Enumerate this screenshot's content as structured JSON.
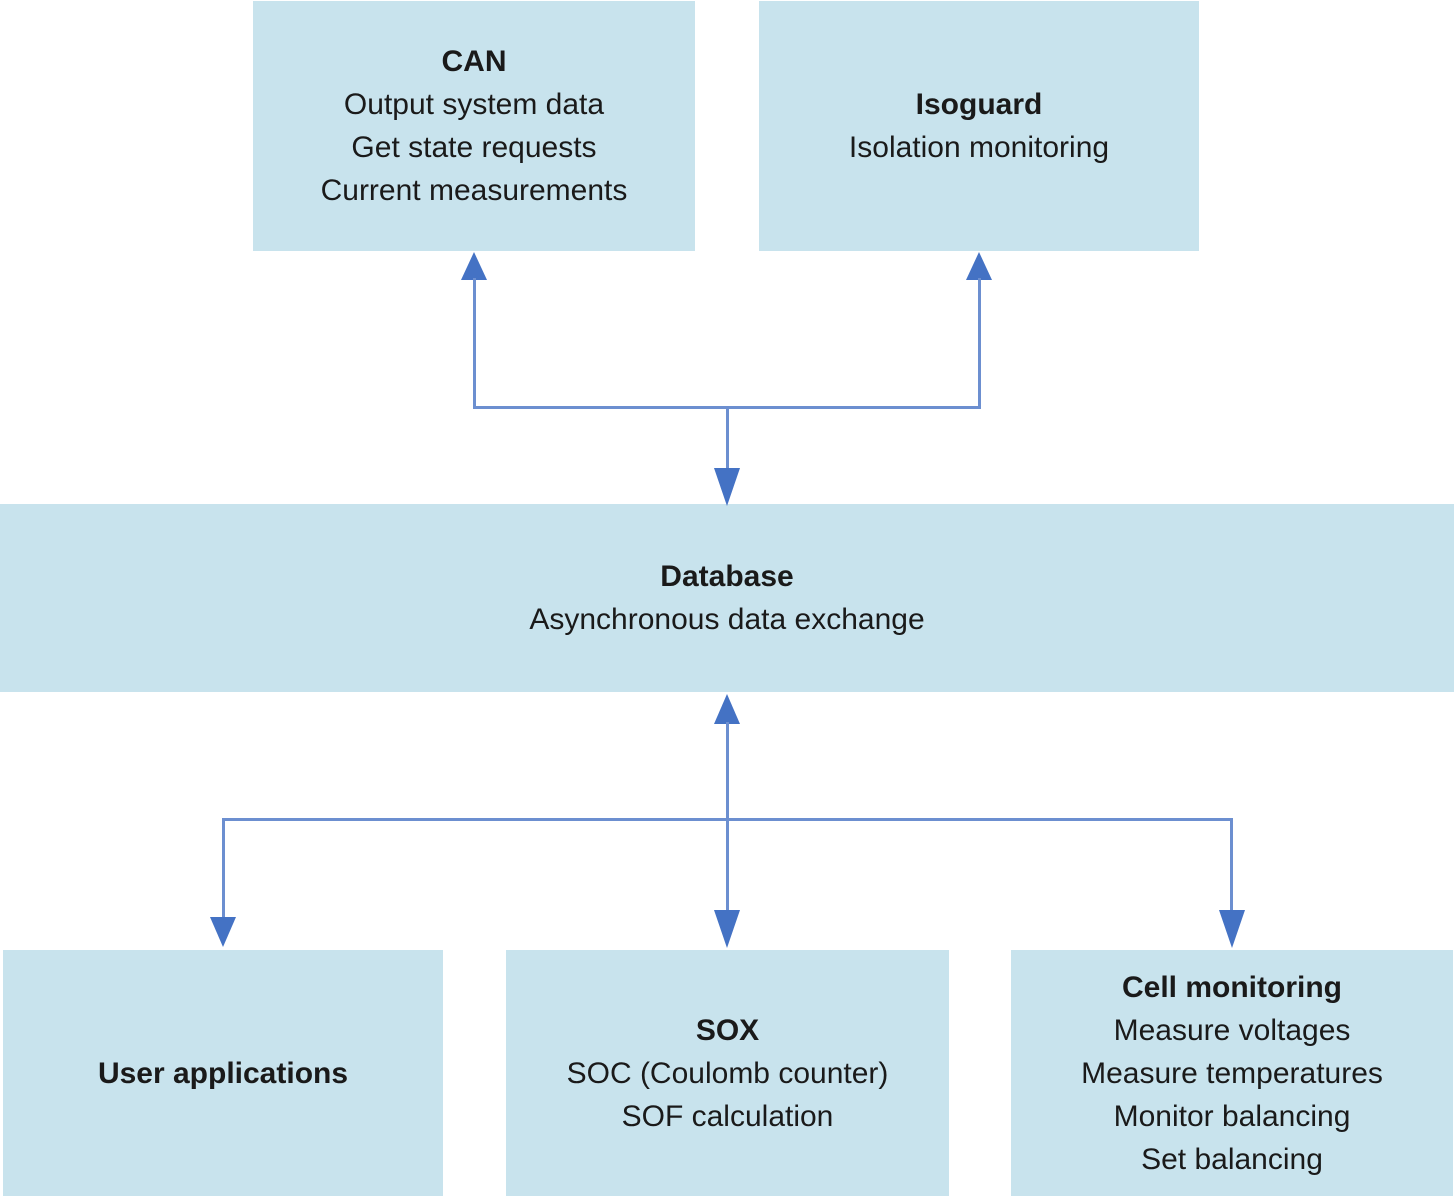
{
  "diagram": {
    "type": "block-diagram",
    "nodes": [
      {
        "id": "can",
        "title": "CAN",
        "lines": [
          "Output system data",
          "Get state requests",
          "Current measurements"
        ]
      },
      {
        "id": "isoguard",
        "title": "Isoguard",
        "lines": [
          "Isolation monitoring"
        ]
      },
      {
        "id": "database",
        "title": "Database",
        "lines": [
          "Asynchronous data exchange"
        ]
      },
      {
        "id": "user-applications",
        "title": "User applications",
        "lines": []
      },
      {
        "id": "sox",
        "title": "SOX",
        "lines": [
          "SOC (Coulomb counter)",
          "SOF calculation"
        ]
      },
      {
        "id": "cell-monitoring",
        "title": "Cell monitoring",
        "lines": [
          "Measure voltages",
          "Measure temperatures",
          "Monitor balancing",
          "Set balancing"
        ]
      }
    ],
    "connections": [
      {
        "from": "database",
        "to": "can",
        "arrow": "up"
      },
      {
        "from": "database",
        "to": "isoguard",
        "arrow": "up"
      },
      {
        "from": "top-junction",
        "to": "database",
        "arrow": "down"
      },
      {
        "from": "bottom-junction",
        "to": "database",
        "arrow": "up"
      },
      {
        "from": "database",
        "to": "user-applications",
        "arrow": "down"
      },
      {
        "from": "database",
        "to": "sox",
        "arrow": "down"
      },
      {
        "from": "database",
        "to": "cell-monitoring",
        "arrow": "down"
      }
    ],
    "colors": {
      "box_fill": "#c8e3ed",
      "arrowhead": "#4472c4",
      "connector_line": "#6c8fd0",
      "text": "#1a1a1a",
      "background": "#ffffff"
    }
  }
}
